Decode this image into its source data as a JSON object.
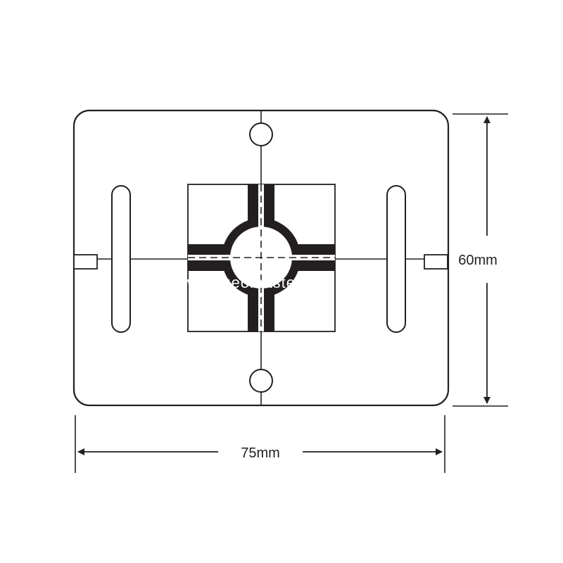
{
  "dimensions": {
    "width_label": "75mm",
    "height_label": "60mm"
  },
  "watermark": "www.geomastergroup.com",
  "colors": {
    "stroke": "#231f20",
    "fill": "#ffffff",
    "target": "#231f20"
  }
}
